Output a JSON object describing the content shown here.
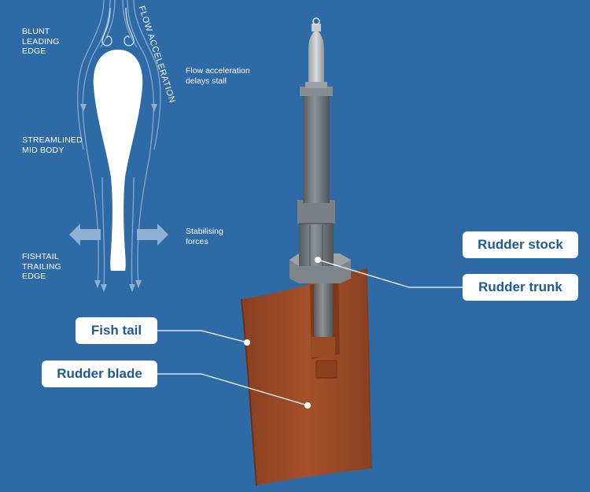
{
  "annotations": {
    "blunt_leading_edge": "BLUNT\nLEADING\nEDGE",
    "flow_acceleration_vertical": "FLOW ACCELERATION",
    "flow_acceleration_note": "Flow acceleration\ndelays stall",
    "streamlined_mid_body": "STREAMLINED\nMID BODY",
    "stabilising_forces": "Stabilising\nforces",
    "fishtail_trailing_edge": "FISHTAIL\nTRAILING\nEDGE"
  },
  "callouts": {
    "rudder_stock": "Rudder stock",
    "rudder_trunk": "Rudder trunk",
    "fish_tail": "Fish tail",
    "rudder_blade": "Rudder blade"
  },
  "colors": {
    "background": "#2e6aa6",
    "callout_text": "#1d5a96",
    "rudder_blade": "#9c4a26",
    "stock_grey": "#6f7478",
    "flow_arrows": "#8fb0d3"
  }
}
